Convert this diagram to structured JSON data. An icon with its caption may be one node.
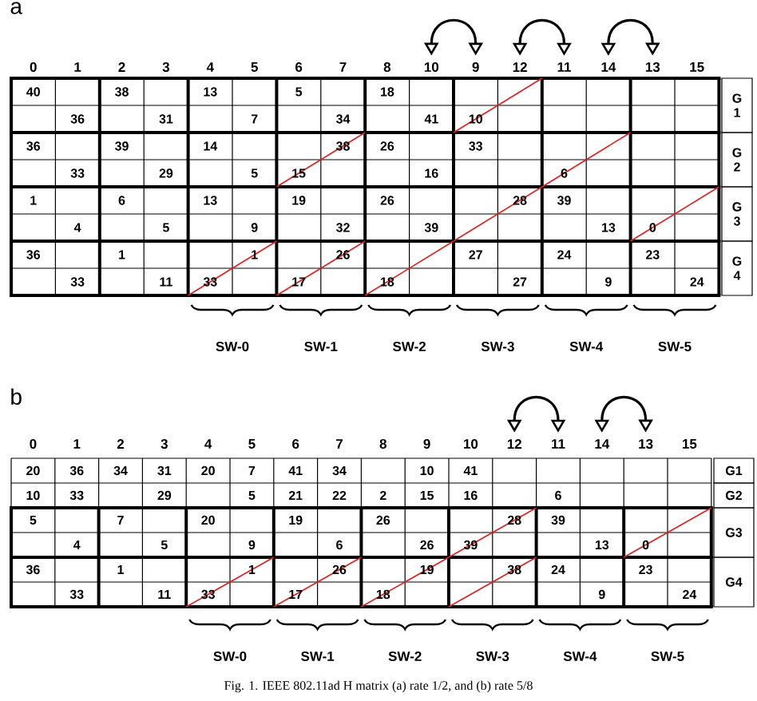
{
  "diagram": {
    "caption": "Fig. 1. IEEE 802.11ad H matrix (a) rate 1/2, and (b) rate 5/8",
    "nodes": [
      {
        "text": [
          "10"
        ]
      },
      {
        "text": [
          "9"
        ]
      },
      {
        "text": [
          "12"
        ]
      },
      {
        "text": [
          "11"
        ]
      },
      {
        "text": [
          "14"
        ]
      },
      {
        "text": [
          "13"
        ]
      },
      {
        "text": [
          "12"
        ]
      },
      {
        "text": [
          "11"
        ]
      },
      {
        "text": [
          "14"
        ]
      },
      {
        "text": [
          "13"
        ]
      }
    ],
    "edges": [
      {
        "from": 0,
        "to": 1,
        "arrow": "both"
      },
      {
        "from": 2,
        "to": 3,
        "arrow": "both"
      },
      {
        "from": 4,
        "to": 5,
        "arrow": "both"
      },
      {
        "from": 6,
        "to": 7,
        "arrow": "both"
      },
      {
        "from": 8,
        "to": 9,
        "arrow": "both"
      }
    ],
    "labels": [
      "a",
      "0",
      "1",
      "2",
      "3",
      "4",
      "5",
      "6",
      "7",
      "8",
      "15",
      "40",
      "38",
      "13",
      "5",
      "18",
      "G 1",
      "36",
      "31",
      "7",
      "34",
      "41",
      "10",
      "36",
      "39",
      "14",
      "38",
      "26",
      "33",
      "G 2",
      "33",
      "29",
      "5",
      "15",
      "16",
      "6",
      "1",
      "6",
      "13",
      "19",
      "26",
      "28",
      "39",
      "G 3",
      "4",
      "5",
      "9",
      "32",
      "39",
      "13",
      "0",
      "36",
      "1",
      "1",
      "26",
      "27",
      "24",
      "23",
      "G 4",
      "33",
      "11",
      "33",
      "17",
      "18",
      "27",
      "9",
      "24",
      "SW-0",
      "SW-1",
      "SW-2",
      "SW-3",
      "SW-4",
      "SW-5",
      "b",
      "0",
      "1",
      "2",
      "3",
      "4",
      "5",
      "6",
      "7",
      "8",
      "9",
      "10",
      "15",
      "20",
      "36",
      "34",
      "31",
      "20",
      "7",
      "41",
      "34",
      "10",
      "41",
      "G1",
      "10",
      "33",
      "29",
      "5",
      "21",
      "22",
      "2",
      "15",
      "16",
      "6",
      "G2",
      "5",
      "7",
      "20",
      "19",
      "26",
      "28",
      "39",
      "G3",
      "4",
      "5",
      "9",
      "6",
      "26",
      "39",
      "13",
      "0",
      "36",
      "1",
      "1",
      "26",
      "19",
      "38",
      "24",
      "23",
      "G4",
      "33",
      "11",
      "33",
      "17",
      "18",
      "9",
      "24",
      "SW-0",
      "SW-1",
      "SW-2",
      "SW-3",
      "SW-4",
      "SW-5"
    ]
  }
}
